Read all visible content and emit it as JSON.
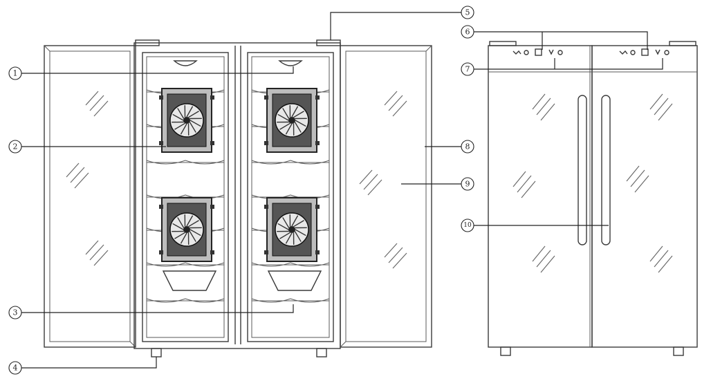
{
  "figure": {
    "callouts": [
      {
        "id": "c1",
        "label": "1"
      },
      {
        "id": "c2",
        "label": "2"
      },
      {
        "id": "c3",
        "label": "3"
      },
      {
        "id": "c4",
        "label": "4"
      },
      {
        "id": "c5",
        "label": "5"
      },
      {
        "id": "c6",
        "label": "6"
      },
      {
        "id": "c7",
        "label": "7"
      },
      {
        "id": "c8",
        "label": "8"
      },
      {
        "id": "c9",
        "label": "9"
      },
      {
        "id": "c10",
        "label": "10"
      }
    ]
  }
}
